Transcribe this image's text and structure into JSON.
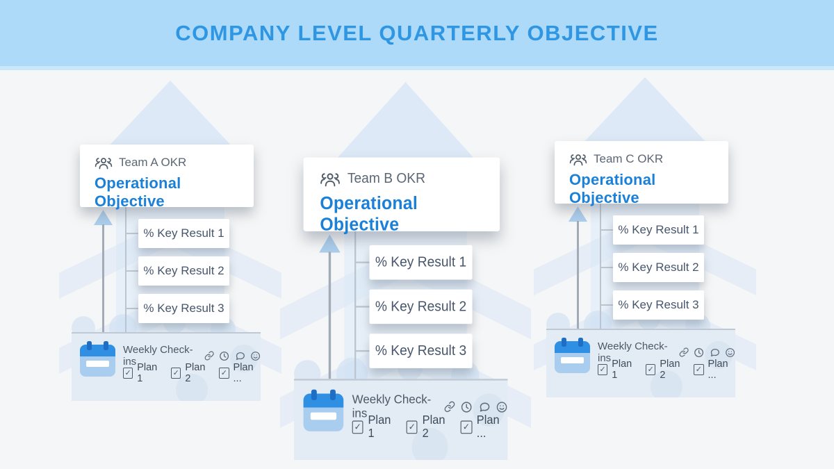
{
  "header": {
    "title": "COMPANY LEVEL QUARTERLY OBJECTIVE"
  },
  "glyphs": {
    "check": "✓"
  },
  "teams": [
    {
      "okr_label": "Team A OKR",
      "objective": "Operational Objective",
      "key_results": [
        "% Key Result 1",
        "% Key Result 2",
        "% Key Result 3"
      ],
      "weekly": {
        "title": "Weekly Check-ins",
        "action_icons": [
          "link",
          "clock",
          "comment",
          "smiley"
        ],
        "plans": [
          "Plan 1",
          "Plan 2",
          "Plan ..."
        ]
      }
    },
    {
      "okr_label": "Team B OKR",
      "objective": "Operational Objective",
      "key_results": [
        "% Key Result 1",
        "% Key Result 2",
        "% Key Result 3"
      ],
      "weekly": {
        "title": "Weekly Check-ins",
        "action_icons": [
          "link",
          "clock",
          "comment",
          "smiley"
        ],
        "plans": [
          "Plan 1",
          "Plan 2",
          "Plan ..."
        ]
      }
    },
    {
      "okr_label": "Team C OKR",
      "objective": "Operational Objective",
      "key_results": [
        "% Key Result 1",
        "% Key Result 2",
        "% Key Result 3"
      ],
      "weekly": {
        "title": "Weekly Check-ins",
        "action_icons": [
          "link",
          "clock",
          "comment",
          "smiley"
        ],
        "plans": [
          "Plan 1",
          "Plan 2",
          "Plan ..."
        ]
      }
    }
  ],
  "colors": {
    "header_bg": "#aedafa",
    "header_title": "#2e96e2",
    "page_bg": "#f5f6f7",
    "objective_text": "#1a80d8",
    "panel_bg": "#e3ebf4",
    "calendar_blue": "#2e8fe3",
    "arrow_blue": "#abceec",
    "triangle_blue": "#dde9f6"
  }
}
